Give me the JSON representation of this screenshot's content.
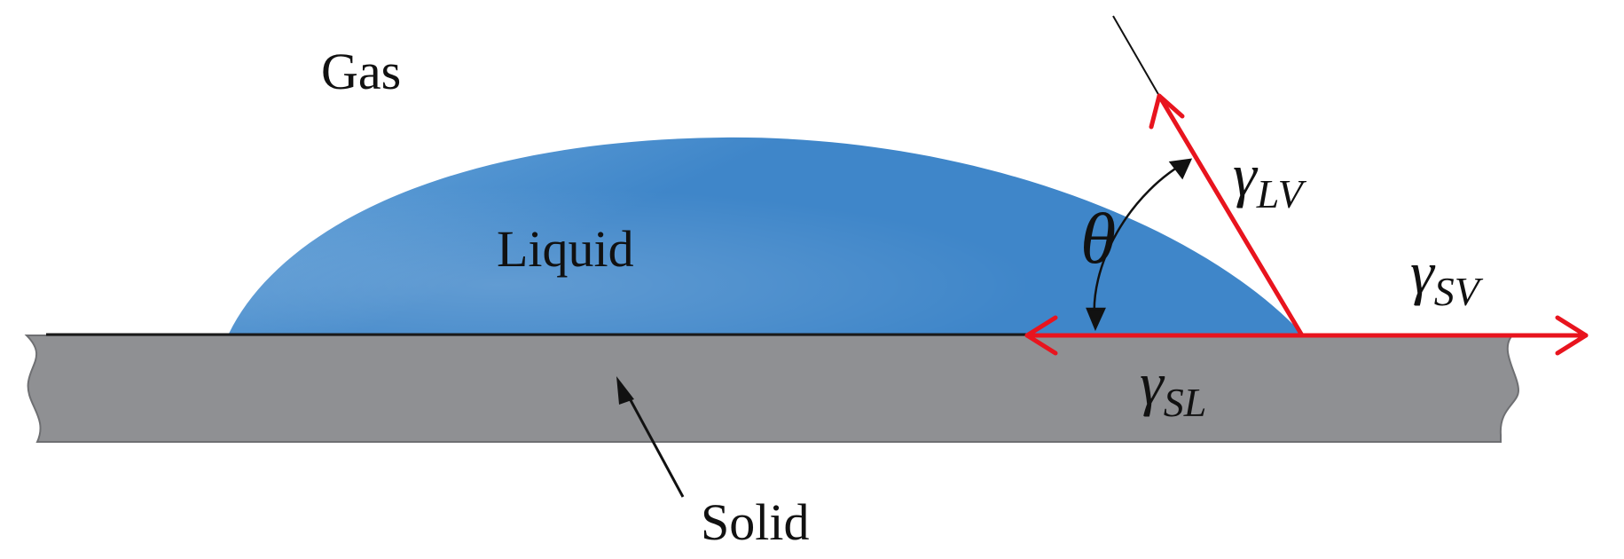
{
  "labels": {
    "gas": "Gas",
    "liquid": "Liquid",
    "solid": "Solid",
    "contact_angle_symbol": "θ"
  },
  "tensions": {
    "lv": {
      "symbol": "γ",
      "subscript": "LV"
    },
    "sv": {
      "symbol": "γ",
      "subscript": "SV"
    },
    "sl": {
      "symbol": "γ",
      "subscript": "SL"
    }
  },
  "colors": {
    "liquid": "#3f86c9",
    "liquid_highlight": "#6aa6db",
    "solid": "#8f9093",
    "solid_edge": "#6e6f72",
    "surface_line": "#1a1a1a",
    "tension_vector": "#e8141e",
    "arrow": "#111111",
    "text": "#111111"
  }
}
